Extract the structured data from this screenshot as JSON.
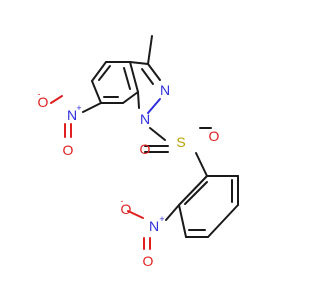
{
  "colors": {
    "bond": "#1a1a1a",
    "nitrogen": "#2f2fe0",
    "oxygen": "#e02020",
    "sulfur": "#b8a200",
    "background": "#ffffff"
  },
  "atoms": {
    "N2": "N",
    "N1": "N",
    "S": "S",
    "O_s1": "O",
    "O_s2": "O",
    "N_nitro1": "N",
    "N_nitro1_charge": "+",
    "O_nitro1_minus": "O",
    "O_nitro1_minus_charge": "-",
    "O_nitro1_double": "O",
    "N_nitro2": "N",
    "N_nitro2_charge": "+",
    "O_nitro2_minus": "O",
    "O_nitro2_minus_charge": "-",
    "O_nitro2_double": "O"
  }
}
